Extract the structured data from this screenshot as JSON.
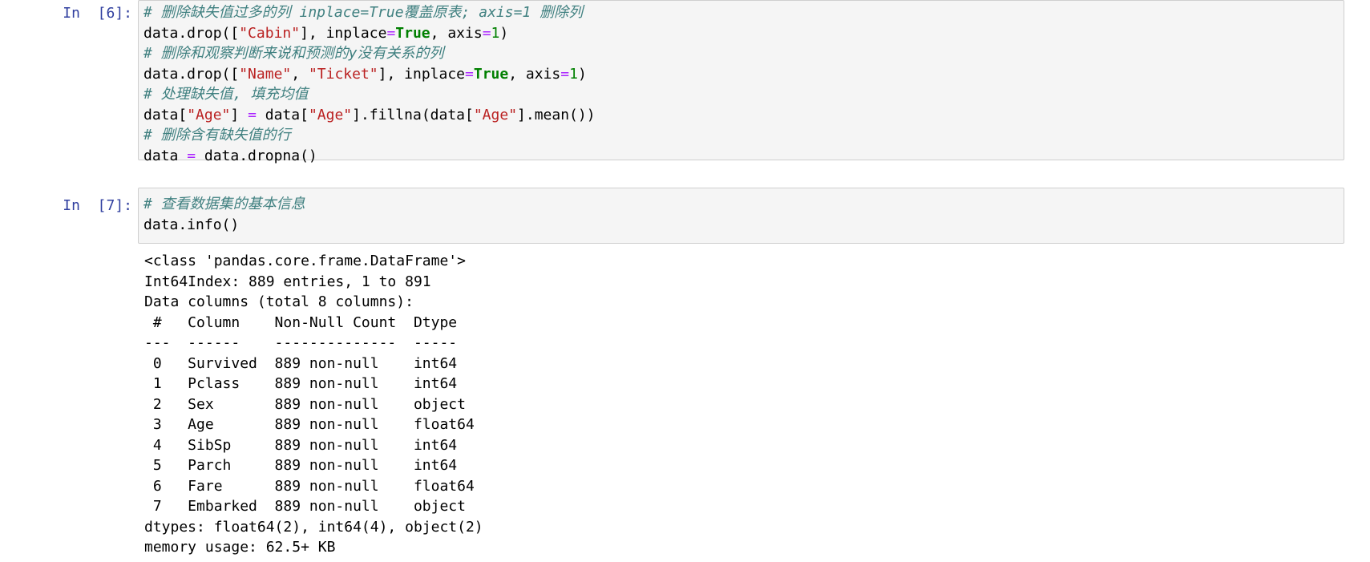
{
  "cells": [
    {
      "prompt": "In  [6]:",
      "lines": [
        [
          {
            "t": "comment",
            "v": "# 删除缺失值过多的列 inplace=True覆盖原表; axis=1 删除列"
          }
        ],
        [
          {
            "t": "plain",
            "v": "data.drop(["
          },
          {
            "t": "str",
            "v": "\"Cabin\""
          },
          {
            "t": "plain",
            "v": "], inplace"
          },
          {
            "t": "op",
            "v": "="
          },
          {
            "t": "kw",
            "v": "True"
          },
          {
            "t": "plain",
            "v": ", axis"
          },
          {
            "t": "op",
            "v": "="
          },
          {
            "t": "num",
            "v": "1"
          },
          {
            "t": "plain",
            "v": ")"
          }
        ],
        [
          {
            "t": "comment",
            "v": "# 删除和观察判断来说和预测的y没有关系的列"
          }
        ],
        [
          {
            "t": "plain",
            "v": "data.drop(["
          },
          {
            "t": "str",
            "v": "\"Name\""
          },
          {
            "t": "plain",
            "v": ", "
          },
          {
            "t": "str",
            "v": "\"Ticket\""
          },
          {
            "t": "plain",
            "v": "], inplace"
          },
          {
            "t": "op",
            "v": "="
          },
          {
            "t": "kw",
            "v": "True"
          },
          {
            "t": "plain",
            "v": ", axis"
          },
          {
            "t": "op",
            "v": "="
          },
          {
            "t": "num",
            "v": "1"
          },
          {
            "t": "plain",
            "v": ")"
          }
        ],
        [
          {
            "t": "comment",
            "v": "# 处理缺失值, 填充均值"
          }
        ],
        [
          {
            "t": "plain",
            "v": "data["
          },
          {
            "t": "str",
            "v": "\"Age\""
          },
          {
            "t": "plain",
            "v": "] "
          },
          {
            "t": "op",
            "v": "="
          },
          {
            "t": "plain",
            "v": " data["
          },
          {
            "t": "str",
            "v": "\"Age\""
          },
          {
            "t": "plain",
            "v": "].fillna(data["
          },
          {
            "t": "str",
            "v": "\"Age\""
          },
          {
            "t": "plain",
            "v": "].mean())"
          }
        ],
        [
          {
            "t": "comment",
            "v": "# 删除含有缺失值的行"
          }
        ],
        [
          {
            "t": "plain",
            "v": "data "
          },
          {
            "t": "op",
            "v": "="
          },
          {
            "t": "plain",
            "v": " data.dropna()"
          }
        ]
      ]
    },
    {
      "prompt": "In  [7]:",
      "lines": [
        [
          {
            "t": "comment",
            "v": "# 查看数据集的基本信息"
          }
        ],
        [
          {
            "t": "plain",
            "v": "data.info()"
          }
        ]
      ],
      "output": [
        "<class 'pandas.core.frame.DataFrame'>",
        "Int64Index: 889 entries, 1 to 891",
        "Data columns (total 8 columns):",
        " #   Column    Non-Null Count  Dtype  ",
        "---  ------    --------------  -----  ",
        " 0   Survived  889 non-null    int64  ",
        " 1   Pclass    889 non-null    int64  ",
        " 2   Sex       889 non-null    object ",
        " 3   Age       889 non-null    float64",
        " 4   SibSp     889 non-null    int64  ",
        " 5   Parch     889 non-null    int64  ",
        " 6   Fare      889 non-null    float64",
        " 7   Embarked  889 non-null    object ",
        "dtypes: float64(2), int64(4), object(2)",
        "memory usage: 62.5+ KB"
      ]
    }
  ],
  "colors": {
    "prompt": "#303f9f",
    "comment": "#408080",
    "string": "#ba2121",
    "keyword": "#008000",
    "operator": "#aa22ff",
    "input_bg": "#f5f5f5",
    "input_border": "#cfcfcf"
  }
}
